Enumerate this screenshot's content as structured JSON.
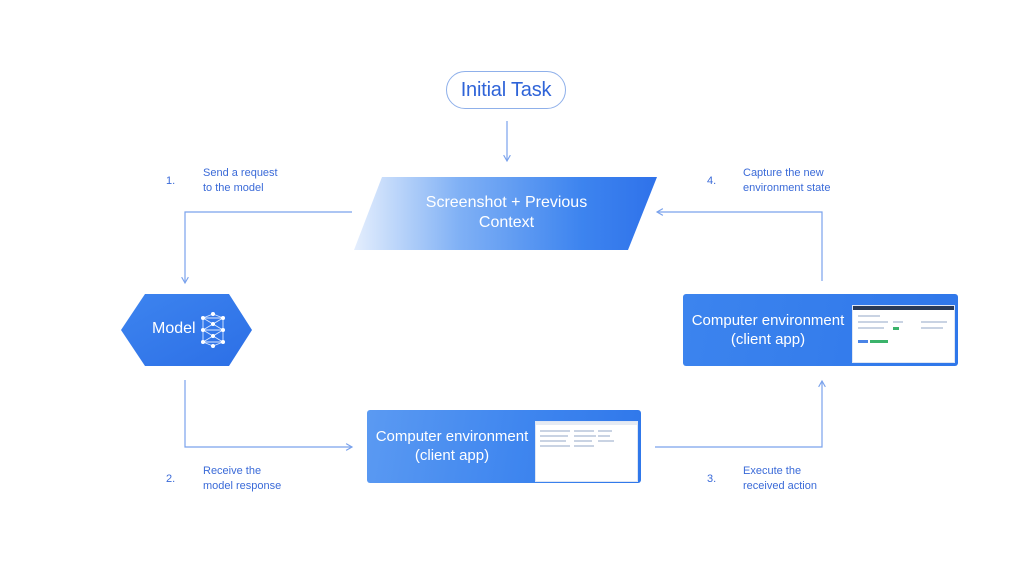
{
  "initial_task": "Initial Task",
  "context_node": "Screenshot + Previous\nContext",
  "model_node": "Model",
  "env_bottom": "Computer environment\n(client app)",
  "env_right": "Computer environment\n(client app)",
  "steps": [
    {
      "number": "1.",
      "text": "Send a request\nto the model"
    },
    {
      "number": "2.",
      "text": "Receive the\nmodel response"
    },
    {
      "number": "3.",
      "text": "Execute the\nreceived action"
    },
    {
      "number": "4.",
      "text": "Capture the new\nenvironment state"
    }
  ],
  "colors": {
    "accent": "#2f64d8",
    "connector": "#7aa2ec",
    "node_blue": "#2f77ea",
    "node_light": "#cfe0fc"
  },
  "icons": {
    "model_icon": "neural-network-icon"
  }
}
